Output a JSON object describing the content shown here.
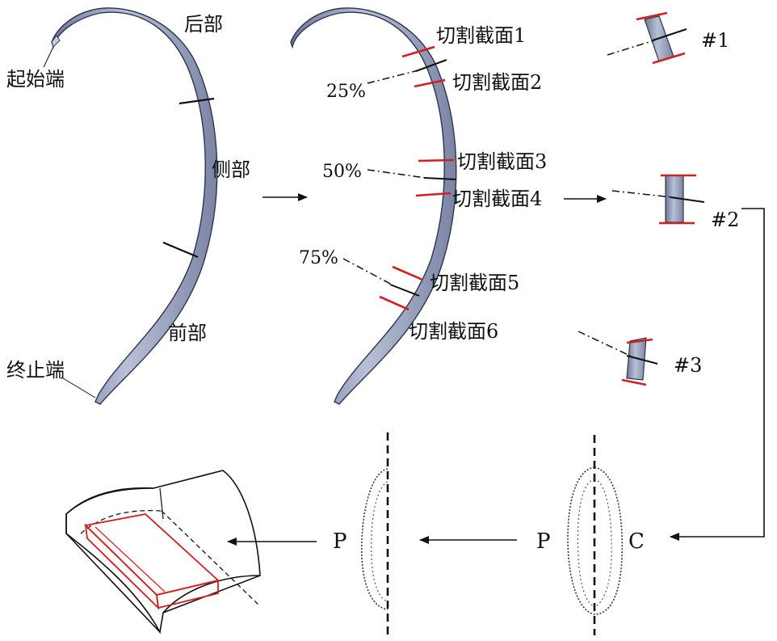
{
  "figure": {
    "left_labels": {
      "rear": "后部",
      "start": "起始端",
      "side": "侧部",
      "front": "前部",
      "end": "终止端"
    },
    "middle_labels": {
      "pct25": "25%",
      "pct50": "50%",
      "pct75": "75%",
      "cut1": "切割截面1",
      "cut2": "切割截面2",
      "cut3": "切割截面3",
      "cut4": "切割截面4",
      "cut5": "切割截面5",
      "cut6": "切割截面6"
    },
    "sample_labels": {
      "s1": "#1",
      "s2": "#2",
      "s3": "#3"
    },
    "bottom_labels": {
      "p_left": "P",
      "p_right": "P",
      "c_right": "C"
    },
    "colors": {
      "rib_fill": "#8f98b4",
      "rib_edge": "#2e3550",
      "cut_red": "#d21f1f",
      "line_black": "#111111"
    }
  }
}
